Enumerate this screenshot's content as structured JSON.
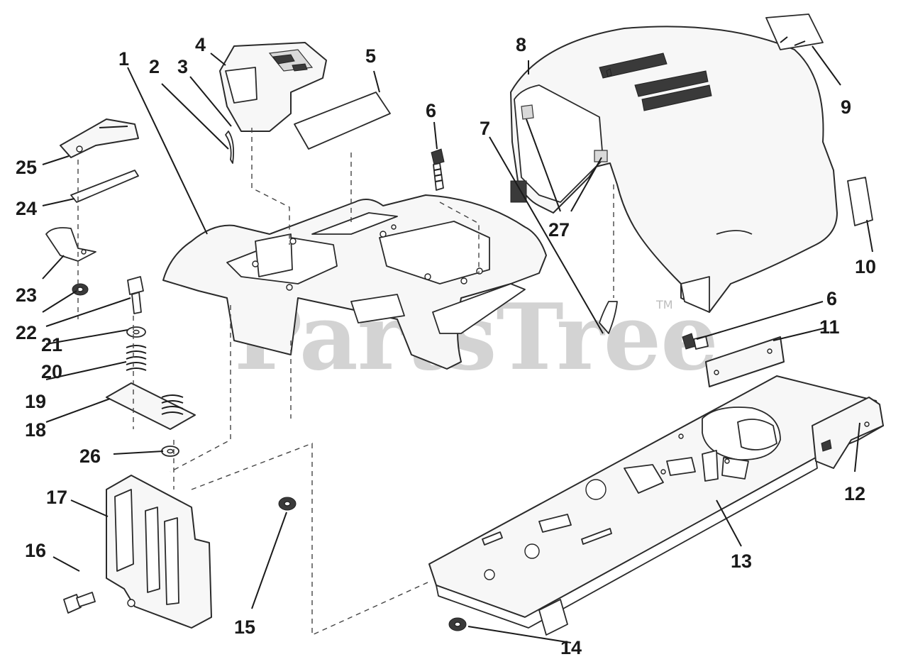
{
  "watermark": "PartsTree",
  "trademark": "TM",
  "callouts": {
    "c1": "1",
    "c2": "2",
    "c3": "3",
    "c4": "4",
    "c5": "5",
    "c6a": "6",
    "c6b": "6",
    "c7": "7",
    "c8": "8",
    "c9": "9",
    "c10": "10",
    "c11": "11",
    "c12": "12",
    "c13": "13",
    "c14": "14",
    "c15": "15",
    "c16": "16",
    "c17": "17",
    "c18": "18",
    "c19": "19",
    "c20": "20",
    "c21": "21",
    "c22": "22",
    "c23": "23",
    "c24": "24",
    "c25": "25",
    "c26": "26",
    "c27": "27"
  }
}
